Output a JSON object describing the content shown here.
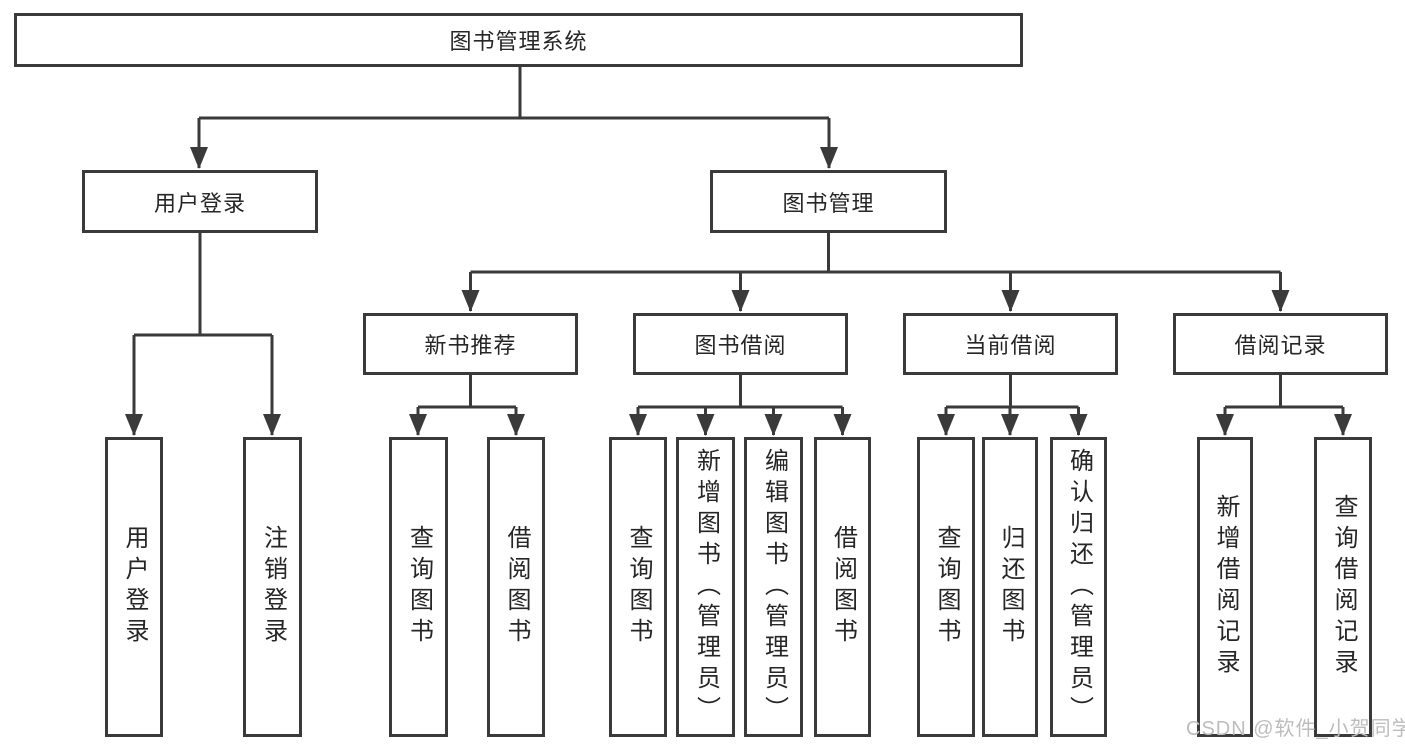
{
  "diagram": {
    "title_node": {
      "label": "图书管理系统"
    },
    "level2": [
      {
        "label": "用户登录"
      },
      {
        "label": "图书管理"
      }
    ],
    "level3": [
      {
        "label": "新书推荐"
      },
      {
        "label": "图书借阅"
      },
      {
        "label": "当前借阅"
      },
      {
        "label": "借阅记录"
      }
    ],
    "leaves": {
      "user_login": [
        {
          "label": "用户登录"
        },
        {
          "label": "注销登录"
        }
      ],
      "new_book_recommend": [
        {
          "label": "查询图书"
        },
        {
          "label": "借阅图书"
        }
      ],
      "book_borrow": [
        {
          "label": "查询图书"
        },
        {
          "label": "新增图书（管理员）"
        },
        {
          "label": "编辑图书（管理员）"
        },
        {
          "label": "借阅图书"
        }
      ],
      "current_borrow": [
        {
          "label": "查询图书"
        },
        {
          "label": "归还图书"
        },
        {
          "label": "确认归还（管理员）"
        }
      ],
      "borrow_record": [
        {
          "label": "新增借阅记录"
        },
        {
          "label": "查询借阅记录"
        }
      ]
    },
    "colors": {
      "line": "#3a3a3a",
      "border": "#3a3a3a",
      "text": "#262626",
      "background": "#ffffff",
      "watermark": "#bdbdbd"
    }
  },
  "watermark": {
    "text": "CSDN @软件_小贺同学"
  }
}
